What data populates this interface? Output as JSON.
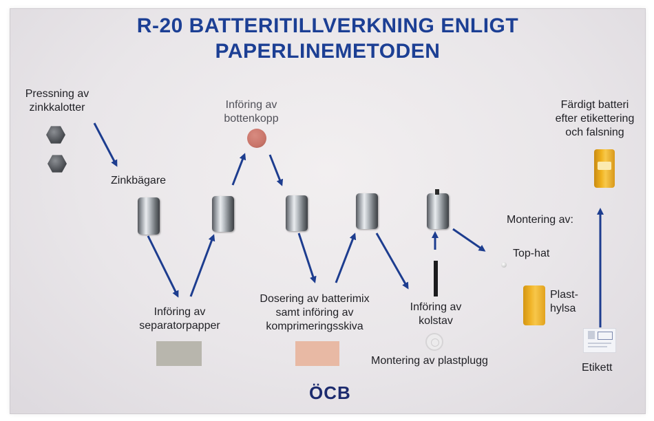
{
  "title": {
    "line1": "R-20 BATTERITILLVERKNING ENLIGT",
    "line2": "PAPERLINEMETODEN"
  },
  "labels": {
    "pressning_1": "Pressning av",
    "pressning_2": "zinkkalotter",
    "zinkbagare": "Zinkbägare",
    "bottenkopp_1": "Införing av",
    "bottenkopp_2": "bottenkopp",
    "separator_1": "Införing av",
    "separator_2": "separatorpapper",
    "dosering_1": "Dosering av batterimix",
    "dosering_2": "samt införing av",
    "dosering_3": "komprimeringsskiva",
    "kolstav_1": "Införing av",
    "kolstav_2": "kolstav",
    "plastplugg": "Montering av plastplugg",
    "montering": "Montering av:",
    "tophat": "Top-hat",
    "plasthylsa_1": "Plast-",
    "plasthylsa_2": "hylsa",
    "etikett": "Etikett",
    "fardigt_1": "Färdigt batteri",
    "fardigt_2": "efter etikettering",
    "fardigt_3": "och falsning"
  },
  "logo_text": "ÖCB",
  "colors": {
    "title": "#1c3f94",
    "arrow": "#1d3d8f",
    "bottom_cup": "#c9756a",
    "separator_paper": "#b8b6ad",
    "compression_disc": "#e8b9a4",
    "plastic_sleeve": "#f1b52a",
    "battery": "#f0b21f"
  }
}
